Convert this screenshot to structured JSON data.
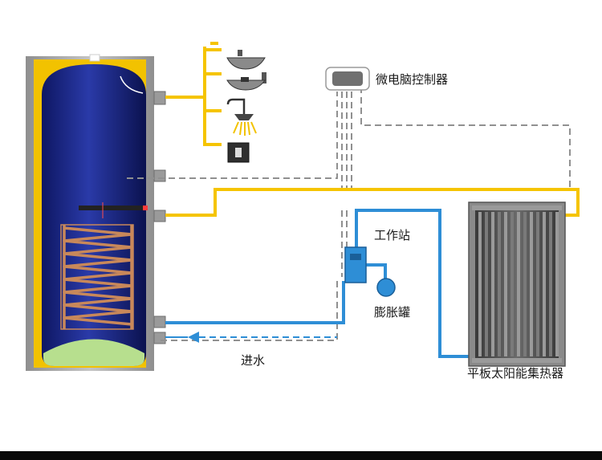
{
  "labels": {
    "controller": "微电脑控制器",
    "pump_station": "工作站",
    "expansion_tank": "膨胀罐",
    "water_inlet": "进水",
    "collector": "平板太阳能集热器"
  },
  "colors": {
    "hot_pipe": "#f5c400",
    "cold_pipe": "#2e8ed6",
    "tank_inner": "#1c2a8e",
    "tank_shell": "#a9a9a9",
    "insulation": "#f2c200",
    "coil": "#c8885a",
    "signal_line": "#909090",
    "collector_frame": "#8a8a8a"
  }
}
